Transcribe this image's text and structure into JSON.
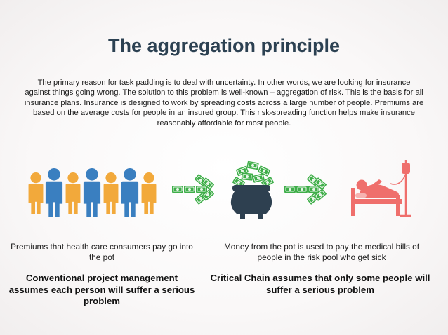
{
  "slide": {
    "title": "The aggregation principle",
    "body": "The primary reason for task padding is to deal with uncertainty.  In other words, we are looking for insurance against things going wrong. The solution to this problem is well-known – aggregation of risk. This is the basis for all insurance plans. Insurance is designed to work by spreading costs across a large number of people. Premiums are based on the average costs for people in an insured group. This risk-spreading function helps make insurance reasonably affordable for most people.",
    "caption_left": "Premiums that health care consumers pay go into the pot",
    "caption_right": "Money from the pot is used to pay the medical bills of people in the risk pool who get sick",
    "conclusion_left": "Conventional project management assumes each person will suffer a serious problem",
    "conclusion_right": "Critical Chain assumes that only some people will suffer a serious problem"
  },
  "colors": {
    "title": "#2c4152",
    "person_orange": "#f2a93b",
    "person_blue": "#3a7fc0",
    "money_green": "#3fae49",
    "pot": "#2e4050",
    "patient": "#ef6f6c"
  },
  "icons": [
    "people-group-icon",
    "money-arrow-icon",
    "money-pot-icon",
    "sick-patient-bed-icon"
  ]
}
